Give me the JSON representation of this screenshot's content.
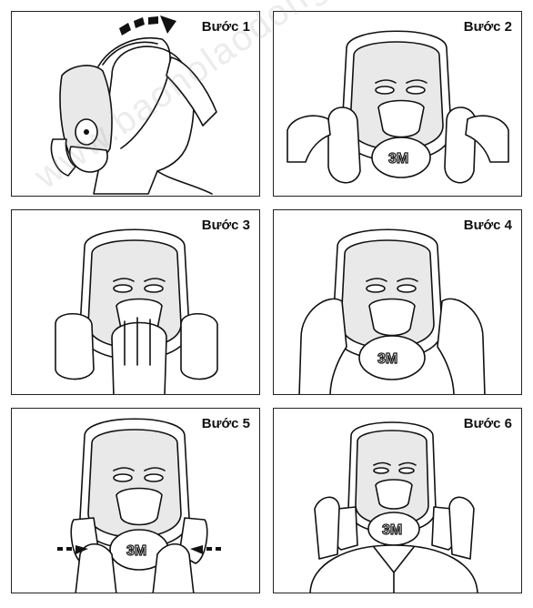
{
  "steps": [
    {
      "label": "Bước 1"
    },
    {
      "label": "Bước 2"
    },
    {
      "label": "Bước 3"
    },
    {
      "label": "Bước 4"
    },
    {
      "label": "Bước 5"
    },
    {
      "label": "Bước 6"
    }
  ],
  "brand_logo": "3M",
  "watermark": "www.baohola­odong.com"
}
